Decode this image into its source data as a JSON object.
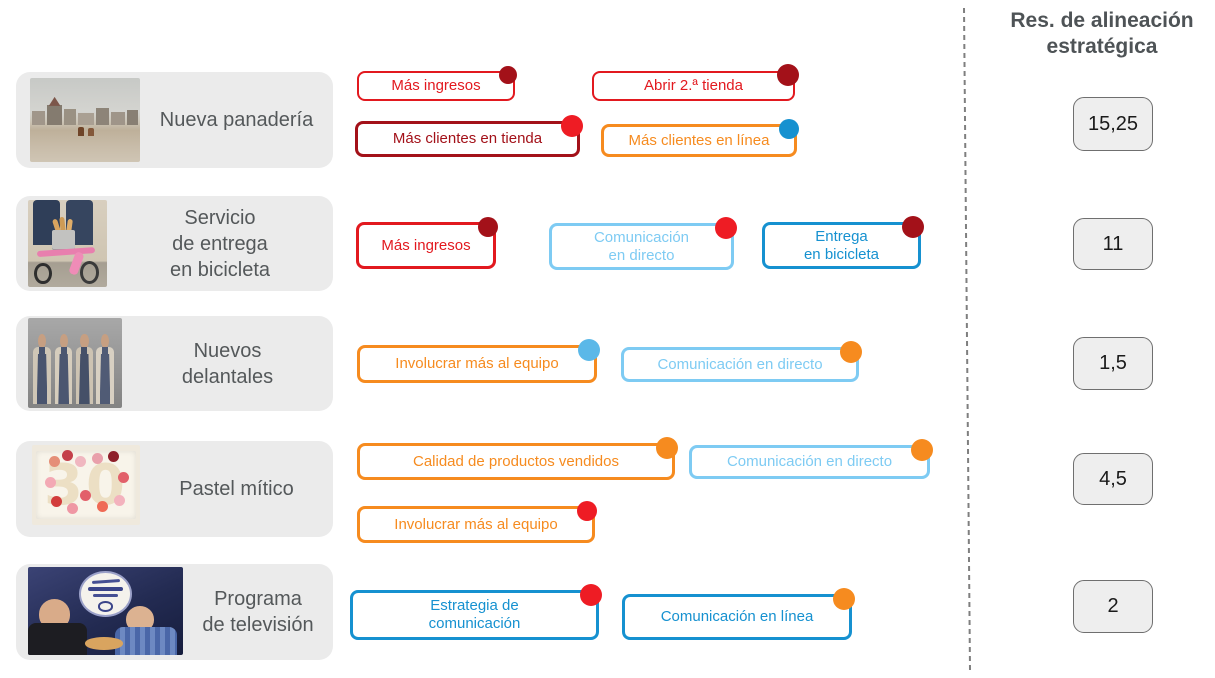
{
  "header": {
    "title": "Res. de alineación\nestratégica"
  },
  "palette": {
    "red": "#e2191f",
    "dark_red": "#a31119",
    "bright_red": "#ee1c24",
    "orange": "#f68b1f",
    "blue": "#1691d0",
    "light_blue": "#7ecbf3",
    "sky_blue": "#5bb8e8",
    "row_bg": "#ebebeb",
    "label_text": "#54585a",
    "score_bg": "#eeeeee",
    "score_border": "#6f6f6f",
    "divider": "#7f7f7f"
  },
  "projects": [
    {
      "label": "Nueva panadería",
      "photo_name": "beach-town-photo",
      "score": "15,25",
      "tags": [
        {
          "text": "Más ingresos",
          "color": "red",
          "dot": "dark_red"
        },
        {
          "text": "Abrir 2.ª tienda",
          "color": "red",
          "dot": "dark_red"
        },
        {
          "text": "Más clientes en tienda",
          "color": "dark_red",
          "dot": "bright_red"
        },
        {
          "text": "Más clientes en línea",
          "color": "orange",
          "dot": "blue"
        }
      ]
    },
    {
      "label": "Servicio\nde entrega\nen bicicleta",
      "photo_name": "pink-cargo-bike-photo",
      "score": "11",
      "tags": [
        {
          "text": "Más ingresos",
          "color": "red",
          "dot": "dark_red"
        },
        {
          "text": "Comunicación\nen directo",
          "color": "light_blue",
          "dot": "bright_red"
        },
        {
          "text": "Entrega\nen bicicleta",
          "color": "blue",
          "dot": "dark_red"
        }
      ]
    },
    {
      "label": "Nuevos\ndelantales",
      "photo_name": "team-aprons-photo",
      "score": "1,5",
      "tags": [
        {
          "text": "Involucrar más al equipo",
          "color": "orange",
          "dot": "sky_blue"
        },
        {
          "text": "Comunicación en directo",
          "color": "light_blue",
          "dot": "orange"
        }
      ]
    },
    {
      "label": "Pastel mítico",
      "photo_name": "cake-30-photo",
      "score": "4,5",
      "tags": [
        {
          "text": "Calidad de productos vendidos",
          "color": "orange",
          "dot": "orange"
        },
        {
          "text": "Comunicación en directo",
          "color": "light_blue",
          "dot": "orange"
        },
        {
          "text": "Involucrar más al equipo",
          "color": "orange",
          "dot": "bright_red"
        }
      ]
    },
    {
      "label": "Programa\nde televisión",
      "photo_name": "tv-show-photo",
      "score": "2",
      "tags": [
        {
          "text": "Estrategia de\ncomunicación",
          "color": "blue",
          "dot": "bright_red"
        },
        {
          "text": "Comunicación en línea",
          "color": "blue",
          "dot": "orange"
        }
      ]
    }
  ]
}
